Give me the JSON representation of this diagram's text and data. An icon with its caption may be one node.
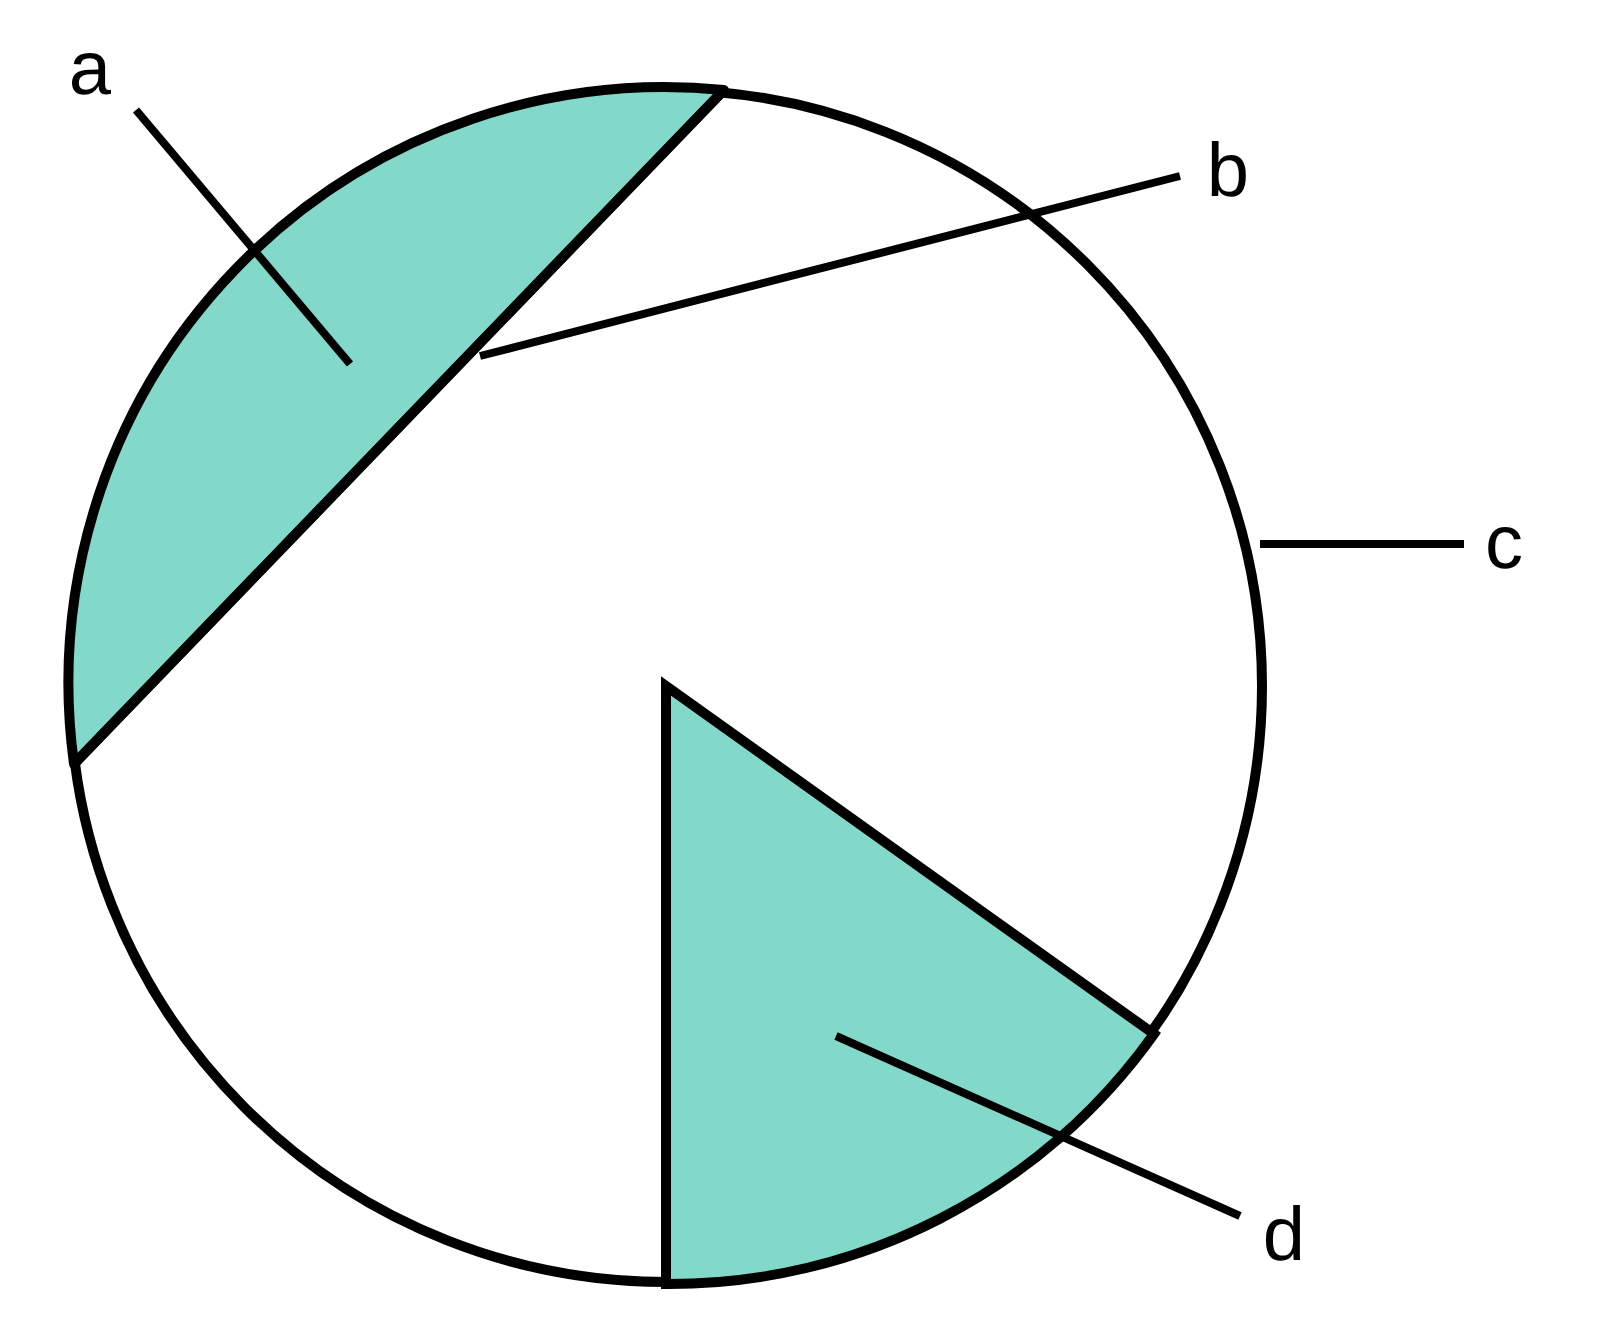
{
  "diagram": {
    "nodes": [
      {
        "text": [
          "a"
        ]
      },
      {
        "text": [
          "b"
        ]
      },
      {
        "text": [
          "c"
        ]
      },
      {
        "text": [
          "d"
        ]
      },
      {
        "text": [],
        "shape": "segment",
        "in": 6
      },
      {
        "text": [],
        "shape": "line",
        "in": 6
      },
      {
        "text": [],
        "shape": "circle"
      },
      {
        "text": [],
        "shape": "sector",
        "in": 6
      }
    ],
    "edges": [
      {
        "from": 0,
        "to": 4,
        "arrow": "none"
      },
      {
        "from": 1,
        "to": 5,
        "arrow": "none"
      },
      {
        "from": 2,
        "to": 6,
        "arrow": "none"
      },
      {
        "from": 3,
        "to": 7,
        "arrow": "none"
      }
    ]
  }
}
